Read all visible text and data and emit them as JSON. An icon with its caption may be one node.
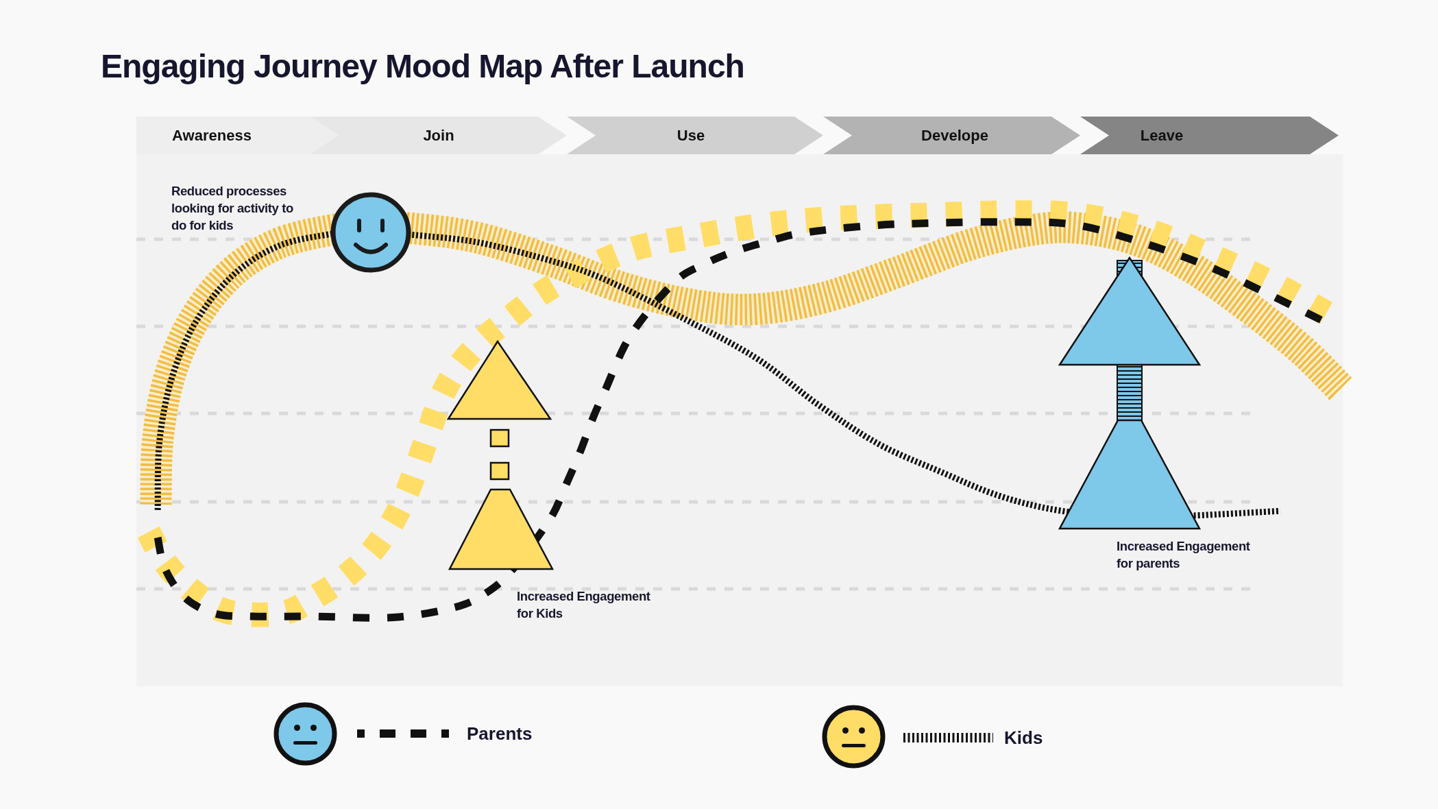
{
  "diagram": {
    "title": "Engaging Journey Mood Map After Launch",
    "nodes": [
      {
        "text": [
          "Awareness"
        ]
      },
      {
        "text": [
          "Join"
        ]
      },
      {
        "text": [
          "Use"
        ]
      },
      {
        "text": [
          "Develope"
        ]
      },
      {
        "text": [
          "Leave"
        ]
      }
    ],
    "labels": [
      "Reduced processes looking for activity to do for kids",
      "Increased Engagement for Kids",
      "Increased Engagement for parents"
    ],
    "legend": [
      {
        "text": "Parents"
      },
      {
        "text": "Kids"
      }
    ]
  }
}
